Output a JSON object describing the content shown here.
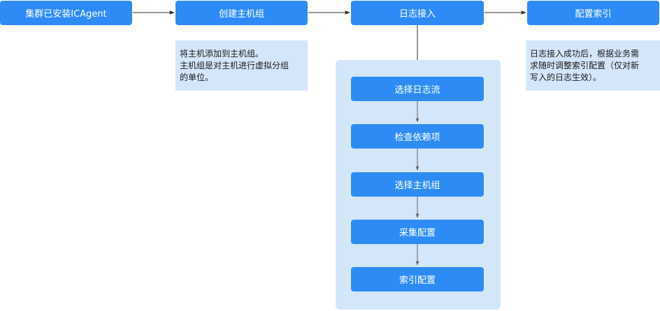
{
  "top_flow": [
    {
      "label": "集群已安装ICAgent"
    },
    {
      "label": "创建主机组"
    },
    {
      "label": "日志接入"
    },
    {
      "label": "配置索引"
    }
  ],
  "notes": {
    "host_group": [
      "将主机添加到主机组。",
      "主机组是对主机进行虚拟分组",
      "的单位。"
    ],
    "index": [
      "日志接入成功后，根据业务需",
      "求随时调整索引配置（仅对新",
      "写入的日志生效）。"
    ]
  },
  "sub_steps": [
    {
      "label": "选择日志流"
    },
    {
      "label": "检查依赖项"
    },
    {
      "label": "选择主机组"
    },
    {
      "label": "采集配置"
    },
    {
      "label": "索引配置"
    }
  ],
  "colors": {
    "box": "#2e8bf5",
    "box_text": "#ffffff",
    "note_bg": "#d4e6f9",
    "arrow": "#333333"
  }
}
